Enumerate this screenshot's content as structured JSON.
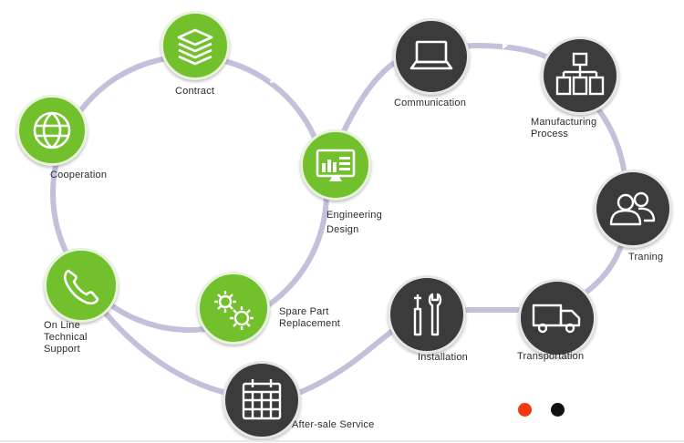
{
  "colors": {
    "accent_green": "#72c02c",
    "dark_node": "#3b3b3b",
    "track": "#c3c0dc",
    "arrow": "#ffffff",
    "dot_red": "#f2390f",
    "dot_black": "#111111"
  },
  "nodes": [
    {
      "key": "contract",
      "icon": "layers-icon",
      "label_lines": [
        "Contract"
      ]
    },
    {
      "key": "cooperation",
      "icon": "globe-icon",
      "label_lines": [
        "Cooperation"
      ]
    },
    {
      "key": "engineering",
      "icon": "monitor-chart-icon",
      "label_lines": [
        "Engineering",
        "Design"
      ]
    },
    {
      "key": "support",
      "icon": "phone-icon",
      "label_lines": [
        "On Line",
        "Technical",
        "Support"
      ]
    },
    {
      "key": "spare",
      "icon": "gears-icon",
      "label_lines": [
        "Spare Part",
        "Replacement"
      ]
    },
    {
      "key": "aftersale",
      "icon": "calendar-icon",
      "label_lines": [
        "After-sale Service"
      ]
    },
    {
      "key": "communication",
      "icon": "laptop-icon",
      "label_lines": [
        "Communication"
      ]
    },
    {
      "key": "manufacturing",
      "icon": "flowchart-icon",
      "label_lines": [
        "Manufacturing",
        "Process"
      ]
    },
    {
      "key": "training",
      "icon": "users-icon",
      "label_lines": [
        "Traning"
      ]
    },
    {
      "key": "transportation",
      "icon": "truck-icon",
      "label_lines": [
        "Transportation"
      ]
    },
    {
      "key": "installation",
      "icon": "tools-icon",
      "label_lines": [
        "Installation"
      ]
    }
  ],
  "pager_dots": [
    {
      "name": "pager-dot-active",
      "color": "#f2390f"
    },
    {
      "name": "pager-dot-inactive",
      "color": "#111111"
    }
  ]
}
